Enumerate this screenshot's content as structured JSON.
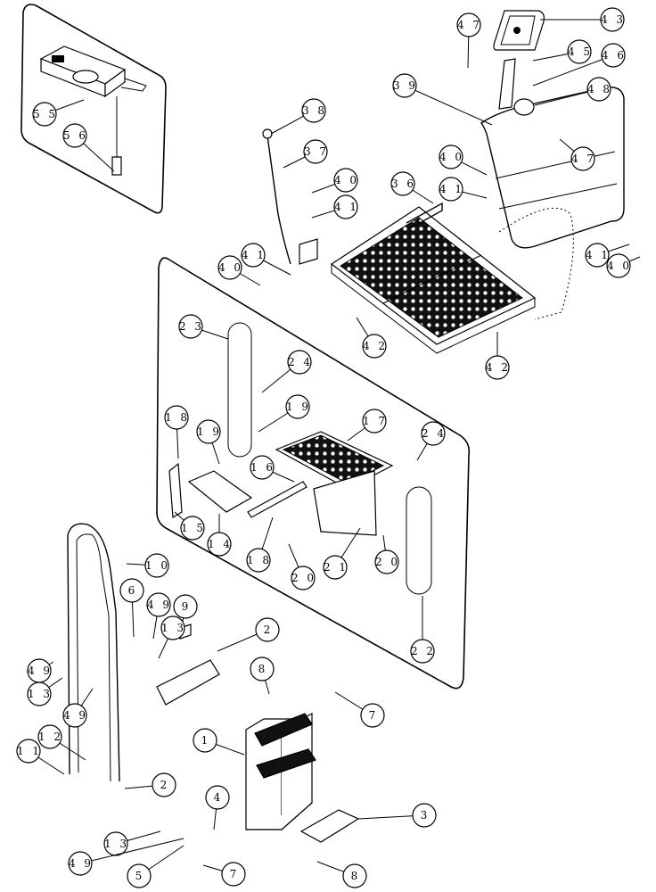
{
  "callouts": [
    {
      "label": "4 7"
    },
    {
      "label": "4 3"
    },
    {
      "label": "4 5"
    },
    {
      "label": "4 6"
    },
    {
      "label": "4 8"
    },
    {
      "label": "3 9"
    },
    {
      "label": "4 7"
    },
    {
      "label": "3 8"
    },
    {
      "label": "3 7"
    },
    {
      "label": "4 0"
    },
    {
      "label": "4 1"
    },
    {
      "label": "3 6"
    },
    {
      "label": "4 0"
    },
    {
      "label": "4 1"
    },
    {
      "label": "4 1"
    },
    {
      "label": "4 0"
    },
    {
      "label": "4 1"
    },
    {
      "label": "4 0"
    },
    {
      "label": "4 2"
    },
    {
      "label": "4 2"
    },
    {
      "label": "5 5"
    },
    {
      "label": "5 6"
    },
    {
      "label": "2 3"
    },
    {
      "label": "2 4"
    },
    {
      "label": "1 9"
    },
    {
      "label": "1 8"
    },
    {
      "label": "1 9"
    },
    {
      "label": "1 7"
    },
    {
      "label": "2 4"
    },
    {
      "label": "1 6"
    },
    {
      "label": "1 5"
    },
    {
      "label": "1 4"
    },
    {
      "label": "1 8"
    },
    {
      "label": "2 0"
    },
    {
      "label": "2 1"
    },
    {
      "label": "2 0"
    },
    {
      "label": "2 2"
    },
    {
      "label": "1 0"
    },
    {
      "label": "6"
    },
    {
      "label": "4 9"
    },
    {
      "label": "9"
    },
    {
      "label": "1 3"
    },
    {
      "label": "2"
    },
    {
      "label": "4 9"
    },
    {
      "label": "1 3"
    },
    {
      "label": "4 9"
    },
    {
      "label": "8"
    },
    {
      "label": "7"
    },
    {
      "label": "1"
    },
    {
      "label": "1 2"
    },
    {
      "label": "1 1"
    },
    {
      "label": "2"
    },
    {
      "label": "4"
    },
    {
      "label": "3"
    },
    {
      "label": "1 3"
    },
    {
      "label": "4 9"
    },
    {
      "label": "5"
    },
    {
      "label": "7"
    },
    {
      "label": "8"
    }
  ]
}
